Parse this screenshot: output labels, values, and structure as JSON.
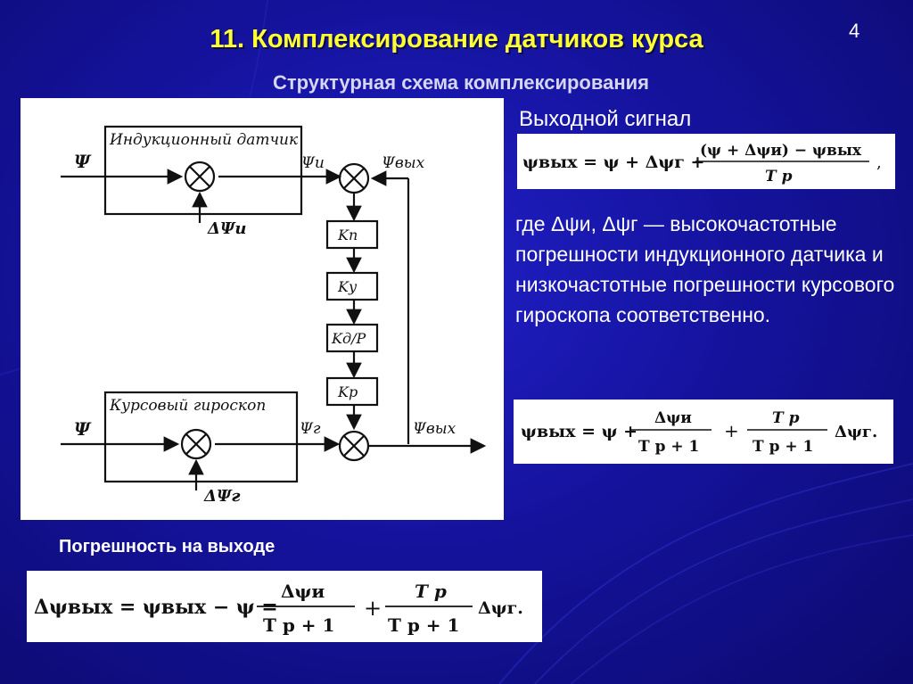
{
  "slide": {
    "number": "4",
    "title": "11. Комплексирование датчиков курса",
    "subtitle": "Структурная схема комплексирования"
  },
  "diagram": {
    "sensor_top": "Индукционный датчик",
    "sensor_bottom": "Курсовый гироскоп",
    "input_top": "Ψ",
    "input_bottom": "Ψ",
    "psi_i": "Ψи",
    "psi_g": "Ψг",
    "psi_out_top": "Ψвых",
    "psi_out_bottom": "Ψвых",
    "delta_i": "ΔΨи",
    "delta_g": "ΔΨг",
    "blocks": [
      "Kп",
      "Kу",
      "Kд/P",
      "Kр"
    ]
  },
  "right_text": {
    "heading": "Выходной сигнал",
    "description": "где Δψи, Δψг — высокочастотные погрешности индукционного датчика и низкочастотные погрешности курсового гироскопа соответственно."
  },
  "error_heading": "Погрешность на выходе",
  "formula_1": {
    "lhs": "ψвых = ψ + Δψг +",
    "numerator": "(ψ + Δψи) − ψвых",
    "denominator": "T p",
    "tail": ","
  },
  "formula_2": {
    "lhs": "ψвых = ψ +",
    "num1": "Δψи",
    "den1": "T p + 1",
    "plus": "+",
    "num2": "T p",
    "den2": "T p + 1",
    "tail": "Δψг."
  },
  "formula_3": {
    "lhs": "Δψвых = ψвых − ψ =",
    "num1": "Δψи",
    "den1": "T p + 1",
    "plus": "+",
    "num2": "T p",
    "den2": "T p + 1",
    "tail": "Δψг."
  },
  "colors": {
    "background": "#15139e",
    "title": "#ffff33",
    "subtitle": "#d6d6f0",
    "text": "#ffffff"
  }
}
